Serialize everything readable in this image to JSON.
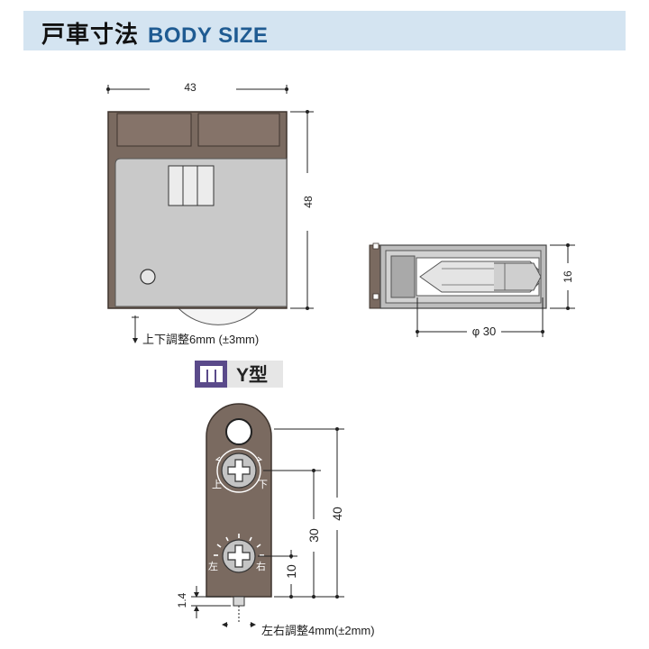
{
  "header": {
    "title_ja": "戸車寸法",
    "title_en": "BODY SIZE"
  },
  "front_view": {
    "width_dim": "43",
    "height_dim": "48",
    "vertical_adjust_note": "上下調整6mm (±3mm)"
  },
  "side_view": {
    "height_dim": "16",
    "wheel_dim": "φ 30"
  },
  "y_type": {
    "label": "Y型",
    "height_dim": "40",
    "mid_dim": "30",
    "low_dim": "10",
    "offset_dim": "1.4",
    "up_mark": "上",
    "down_mark": "下",
    "left_mark": "左",
    "right_mark": "右",
    "lateral_adjust_note": "左右調整4mm(±2mm)"
  },
  "colors": {
    "header_bg": "#d4e4f1",
    "title_en": "#1f5b92",
    "body_brown": "#7a6a60",
    "plate_gray": "#c8c8c8",
    "icon_purple": "#5a4a8a"
  }
}
